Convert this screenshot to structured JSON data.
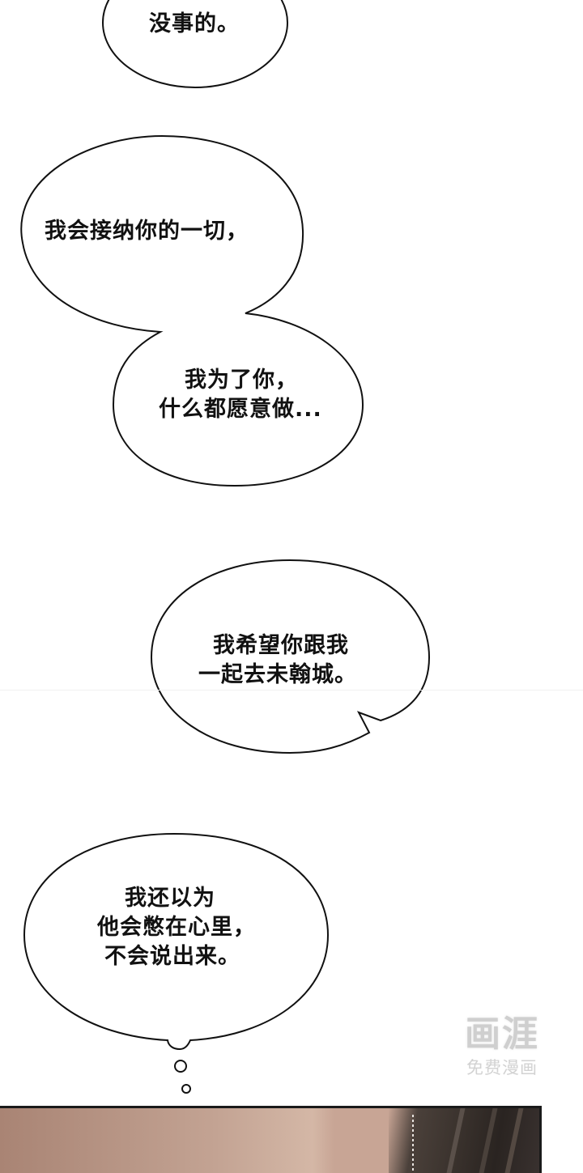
{
  "page": {
    "background": "#ffffff",
    "panel_colors": {
      "skin_light": "#d4b7a6",
      "skin_dark": "#a98474",
      "hair": "#3a322d",
      "border": "#1a1a1a"
    }
  },
  "bubbles": [
    {
      "id": "bubble-1",
      "type": "speech",
      "lines": [
        "没事的。"
      ]
    },
    {
      "id": "bubble-2a",
      "type": "speech-merged",
      "lines": [
        "我会接纳你的一切，"
      ]
    },
    {
      "id": "bubble-2b",
      "type": "speech-merged",
      "lines": [
        "我为了你，",
        "什么都愿意做..."
      ]
    },
    {
      "id": "bubble-3",
      "type": "speech",
      "lines": [
        "我希望你跟我",
        "一起去未翰城。"
      ]
    },
    {
      "id": "bubble-4",
      "type": "thought",
      "lines": [
        "我还以为",
        "他会憋在心里，",
        "不会说出来。"
      ]
    }
  ],
  "watermark": {
    "logo": "画涯",
    "subtitle": "免费漫画"
  }
}
